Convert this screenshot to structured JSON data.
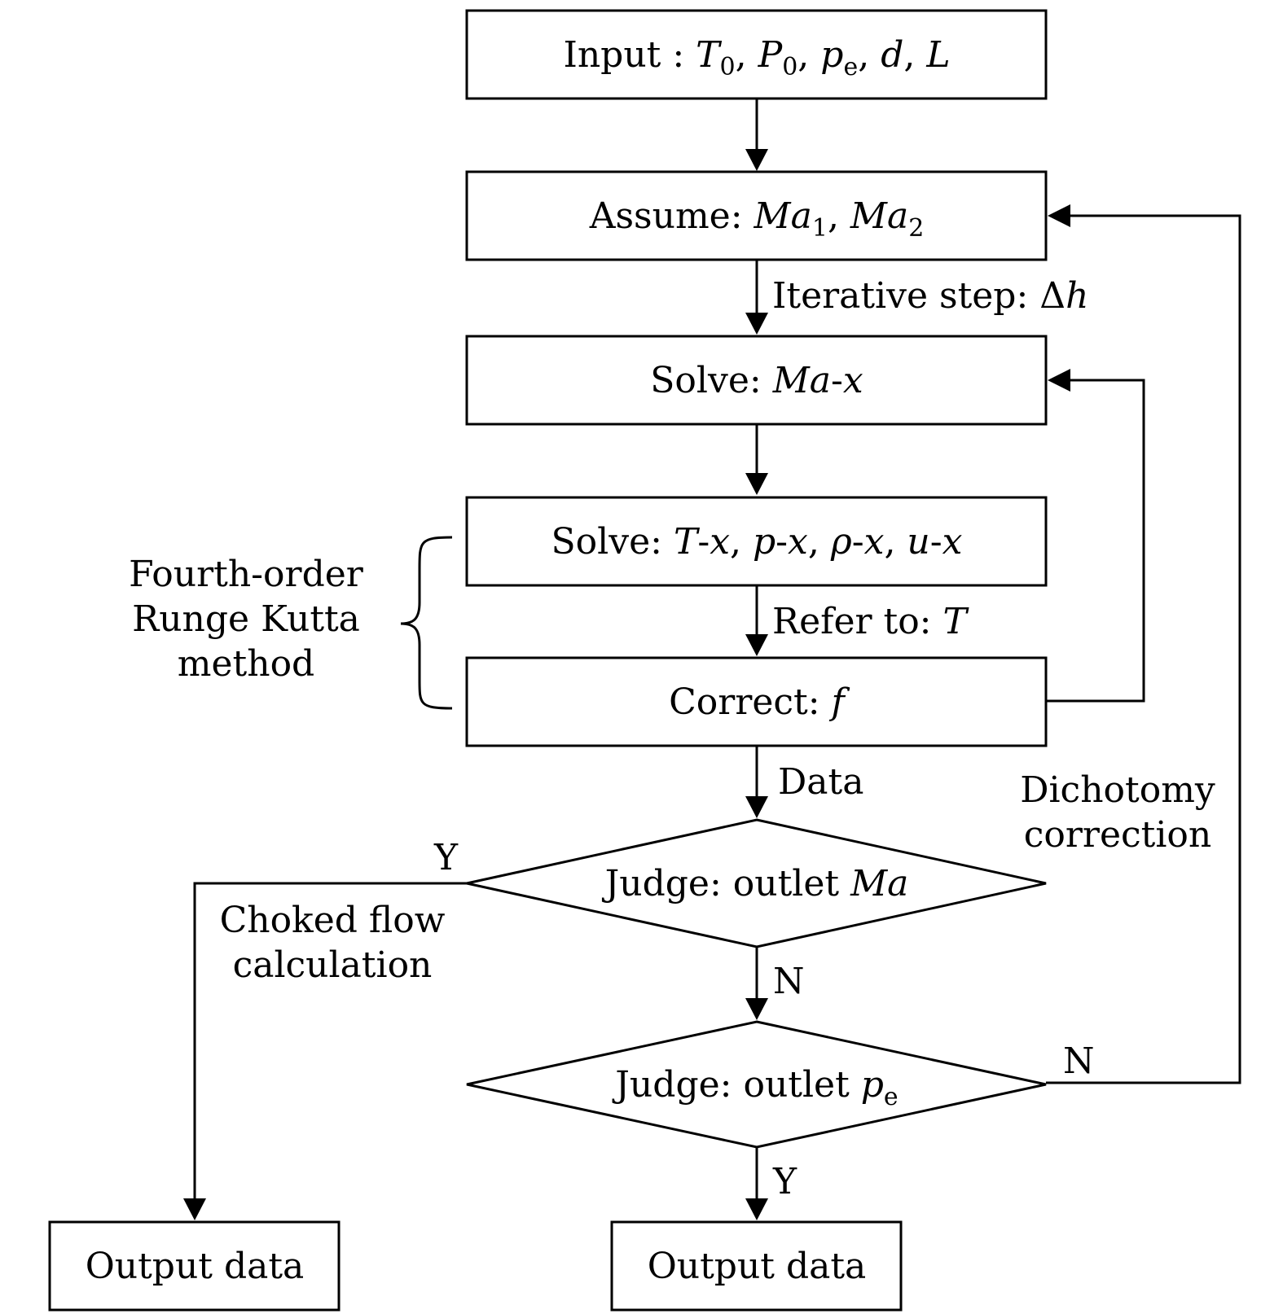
{
  "nodes": {
    "input": {
      "prefix": "Input : ",
      "t0": "T",
      "t0_sub": "0",
      "p0": "P",
      "p0_sub": "0",
      "pe": "p",
      "pe_sub": "e",
      "d": "d",
      "L": "L",
      "sep": ", "
    },
    "assume": {
      "prefix": "Assume: ",
      "ma1": "Ma",
      "ma1_sub": "1",
      "sep": ", ",
      "ma2": "Ma",
      "ma2_sub": "2"
    },
    "solve_max": {
      "prefix": "Solve: ",
      "ma": "Ma",
      "dash": "-",
      "x": "x"
    },
    "solve_vars": {
      "prefix": "Solve: ",
      "t": "T",
      "p": "p",
      "rho": "ρ",
      "u": "u",
      "dash": "-",
      "x": "x",
      "sep": ", "
    },
    "correct": {
      "prefix": "Correct: ",
      "f": "f"
    },
    "judge_ma": {
      "prefix": "Judge: outlet ",
      "ma": "Ma"
    },
    "judge_pe": {
      "prefix": "Judge: outlet ",
      "p": "p",
      "p_sub": "e"
    },
    "output_left": "Output data",
    "output_right": "Output data"
  },
  "edge_labels": {
    "iterative_step": {
      "prefix": "Iterative step: ",
      "delta": "Δ",
      "h": "h"
    },
    "refer_to": {
      "prefix": "Refer to: ",
      "t": "T"
    },
    "data": "Data",
    "y_left": "Y",
    "n_down": "N",
    "n_right": "N",
    "y_down": "Y",
    "choked": [
      "Choked flow",
      "calculation"
    ],
    "dichotomy": [
      "Dichotomy",
      "correction"
    ]
  },
  "brace_label": [
    "Fourth-order",
    "Runge Kutta",
    "method"
  ]
}
